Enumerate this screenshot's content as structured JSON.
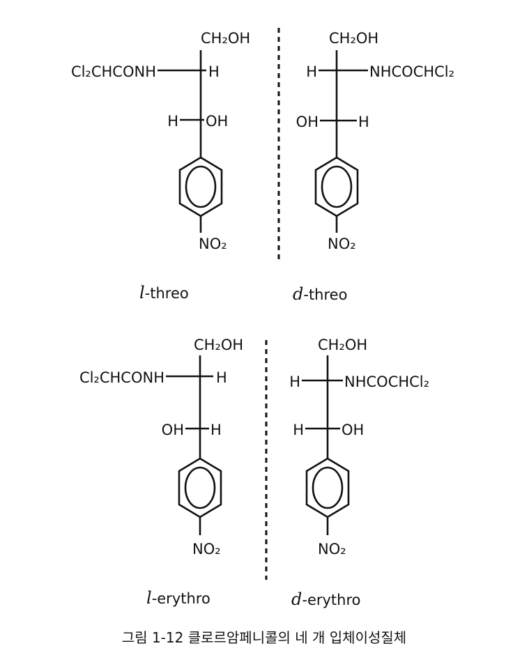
{
  "figure": {
    "caption": "그림 1-12  클로르암페니콜의 네 개 입체이성질체",
    "molecules": [
      {
        "name": "l-threo",
        "prefix": "l",
        "suffix": "-threo",
        "top": "CH₂OH",
        "left1": "Cl₂CHCONH",
        "right1": "H",
        "left2": "H",
        "right2": "OH",
        "bottom": "NO₂"
      },
      {
        "name": "d-threo",
        "prefix": "d",
        "suffix": "-threo",
        "top": "CH₂OH",
        "left1": "H",
        "right1": "NHCOCHCl₂",
        "left2": "OH",
        "right2": "H",
        "bottom": "NO₂"
      },
      {
        "name": "l-erythro",
        "prefix": "l",
        "suffix": "-erythro",
        "top": "CH₂OH",
        "left1": "Cl₂CHCONH",
        "right1": "H",
        "left2": "OH",
        "right2": "H",
        "bottom": "NO₂"
      },
      {
        "name": "d-erythro",
        "prefix": "d",
        "suffix": "-erythro",
        "top": "CH₂OH",
        "left1": "H",
        "right1": "NHCOCHCl₂",
        "left2": "H",
        "right2": "OH",
        "bottom": "NO₂"
      }
    ]
  }
}
